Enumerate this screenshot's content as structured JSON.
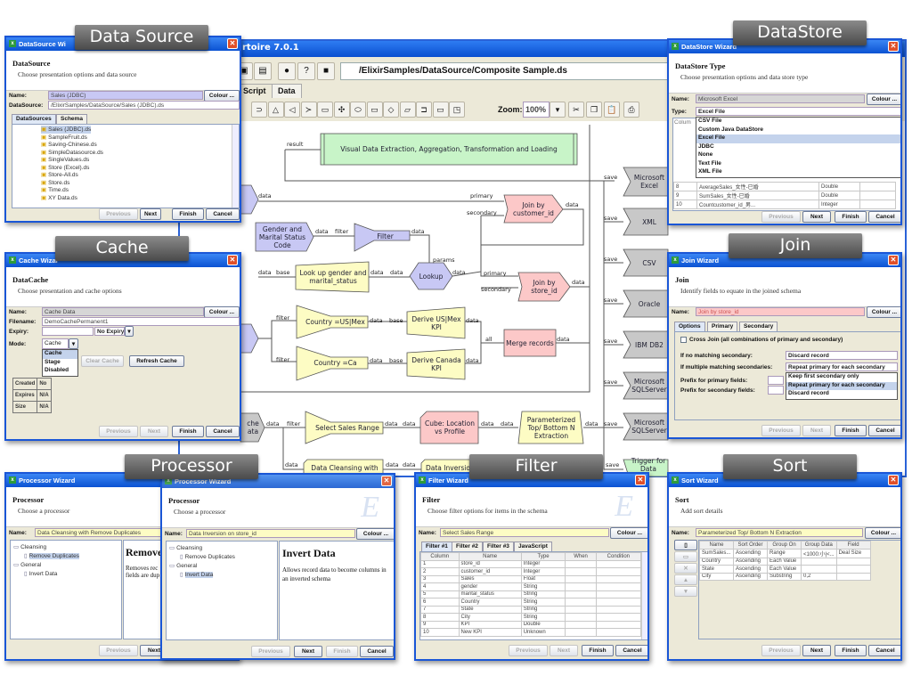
{
  "main": {
    "title": "rtoire 7.0.1",
    "path": "/ElixirSamples/DataSource/Composite Sample.ds",
    "tabs": [
      "Script",
      "Data"
    ],
    "zoom_label": "Zoom:",
    "zoom_value": "100%",
    "diagram": {
      "nodes": {
        "banner": "Visual Data Extraction, Aggregation, Transformation and Loading",
        "gender": "Gender and Marital Status Code",
        "filter": "Filter",
        "lookup_gender": "Look up gender and marital_status",
        "lookup": "Lookup",
        "join_customer": "Join by customer_id",
        "join_store": "Join by store_id",
        "country_usmex": "Country =US|Mex",
        "country_ca": "Country =Ca",
        "derive_usmex": "Derive US|Mex KPI",
        "derive_ca": "Derive Canada KPI",
        "merge": "Merge records",
        "cache": "che ata",
        "select_sales": "Select Sales Range",
        "cube": "Cube: Location vs Profile",
        "topn": "Parameterized Top/ Bottom N Extraction",
        "cleansing": "Data Cleansing with",
        "inversion": "Data Inversio",
        "trigger": "Trigger for Data",
        "out_excel": "Microsoft Excel",
        "out_xml": "XML",
        "out_csv": "CSV",
        "out_oracle": "Oracle",
        "out_db2": "IBM DB2",
        "out_sql1": "Microsoft SQLServer",
        "out_sql2": "Microsoft SQLServer"
      },
      "connector_labels": [
        "result",
        "data",
        "primary",
        "secondary",
        "data",
        "data",
        "filter",
        "data",
        "params",
        "data",
        "base",
        "data",
        "data",
        "data",
        "primary",
        "secondary",
        "data",
        "filter",
        "data",
        "base",
        "data",
        "all",
        "data",
        "filter",
        "data",
        "base",
        "data",
        "data",
        "filter",
        "data",
        "data",
        "data",
        "data",
        "data",
        "save",
        "data",
        "data",
        "data",
        "save",
        "save",
        "save",
        "save",
        "save",
        "save",
        "save"
      ]
    }
  },
  "section_labels": {
    "datasource": "Data Source",
    "datastore": "DataStore",
    "cache": "Cache",
    "join": "Join",
    "processor": "Processor",
    "filter": "Filter",
    "sort": "Sort"
  },
  "common": {
    "name_label": "Name:",
    "colour": "Colour ...",
    "previous": "Previous",
    "next": "Next",
    "finish": "Finish",
    "cancel": "Cancel"
  },
  "datasource": {
    "window_title": "DataSource Wi",
    "heading": "DataSource",
    "subheading": "Choose presentation options and data source",
    "name": "Sales (JDBC)",
    "ds_label": "DataSource:",
    "ds_value": "/ElixirSamples/DataSource/Sales (JDBC).ds",
    "tabs": [
      "DataSources",
      "Schema"
    ],
    "items": [
      "Sales (JDBC).ds",
      "SampleFruit.ds",
      "Saving-Chinese.ds",
      "SimpleDatasource.ds",
      "SingleValues.ds",
      "Store (Excel).ds",
      "Store-All.ds",
      "Store.ds",
      "Time.ds",
      "XY Data.ds"
    ]
  },
  "datastore": {
    "window_title": "DataStore Wizard",
    "heading": "DataStore Type",
    "subheading": "Choose presentation options and data store type",
    "name": "Microsoft Excel",
    "type_label": "Type:",
    "type_value": "Excel File",
    "options": [
      "CSV File",
      "Custom Java DataStore",
      "Excel File",
      "JDBC",
      "None",
      "Text File",
      "XML File"
    ],
    "selected": 2,
    "column_header": "Colum",
    "rows": [
      [
        "8",
        "AverageSales_女性-已婚",
        "Double"
      ],
      [
        "9",
        "SumSales_女性-已婚",
        "Double"
      ],
      [
        "10",
        "Countcustomer_id_男...",
        "Integer"
      ]
    ]
  },
  "cache": {
    "window_title": "Cache Wizar",
    "heading": "DataCache",
    "subheading": "Choose presentation and cache options",
    "name": "Cache Data",
    "filename_label": "Filename:",
    "filename": "DemoCachePermanent1",
    "expiry_label": "Expiry:",
    "expiry_value": "No Expiry",
    "mode_label": "Mode:",
    "mode_value": "Cache",
    "mode_options": [
      "Cache",
      "Stage",
      "Disabled"
    ],
    "clear": "Clear Cache",
    "refresh": "Refresh Cache",
    "info": [
      [
        "Created",
        "No"
      ],
      [
        "Expires",
        "N/A"
      ],
      [
        "Size",
        "N/A"
      ]
    ]
  },
  "join": {
    "window_title": "Join Wizard",
    "heading": "Join",
    "subheading": "Identify fields to equate in the joined schema",
    "name": "Join by store_id",
    "tabs": [
      "Options",
      "Primary",
      "Secondary"
    ],
    "cross_join": "Cross Join (all combinations of primary and secondary)",
    "no_match_label": "If no matching secondary:",
    "no_match_value": "Discard record",
    "multi_label": "If multiple matching secondaries:",
    "multi_value": "Repeat primary for each secondary",
    "multi_options": [
      "Keep first secondary only",
      "Repeat primary for each secondary",
      "Discard record"
    ],
    "prefix_primary": "Prefix for primary fields:",
    "prefix_secondary": "Prefix for secondary fields:"
  },
  "processor1": {
    "window_title": "Processor Wizard",
    "heading": "Processor",
    "subheading": "Choose a processor",
    "name": "Data Cleansing with Remove Duplicates",
    "tree": [
      "Cleansing",
      "Remove Duplicates",
      "General",
      "Invert Data"
    ],
    "desc_title": "Remove",
    "desc_lines": [
      "Removes rec",
      "fields are dup"
    ]
  },
  "processor2": {
    "window_title": "Processor Wizard",
    "heading": "Processor",
    "subheading": "Choose a processor",
    "name": "Data Inversion on store_id",
    "tree": [
      "Cleansing",
      "Remove Duplicates",
      "General",
      "Invert Data"
    ],
    "desc_title": "Invert Data",
    "desc": "Allows record data to become columns in an inverted schema"
  },
  "filter": {
    "window_title": "Filter Wizard",
    "heading": "Filter",
    "subheading": "Choose filter options for items in the schema",
    "name": "Select Sales Range",
    "tabs": [
      "Filter #1",
      "Filter #2",
      "Filter #3",
      "JavaScript"
    ],
    "columns": [
      "Column",
      "Name",
      "Type",
      "When",
      "Condition"
    ],
    "rows": [
      [
        "1",
        "store_id",
        "Integer"
      ],
      [
        "2",
        "customer_id",
        "Integer"
      ],
      [
        "3",
        "Sales",
        "Float"
      ],
      [
        "4",
        "gender",
        "String"
      ],
      [
        "5",
        "marital_status",
        "String"
      ],
      [
        "6",
        "Country",
        "String"
      ],
      [
        "7",
        "State",
        "String"
      ],
      [
        "8",
        "City",
        "String"
      ],
      [
        "9",
        "KPI",
        "Double"
      ],
      [
        "10",
        "New KPI",
        "Unknown"
      ]
    ]
  },
  "sort": {
    "window_title": "Sort Wizard",
    "heading": "Sort",
    "subheading": "Add sort details",
    "name": "Parameterized Top/ Bottom N Extraction",
    "columns": [
      "Name",
      "Sort Order",
      "Group On",
      "Group Data",
      "Field"
    ],
    "rows": [
      [
        "SumSales...",
        "Ascending",
        "Range",
        "<1000:小|<...",
        "Deal Size"
      ],
      [
        "Country",
        "Ascending",
        "Each Value",
        "",
        ""
      ],
      [
        "State",
        "Ascending",
        "Each Value",
        "",
        ""
      ],
      [
        "City",
        "Ascending",
        "Substring",
        "0,2",
        ""
      ]
    ]
  },
  "colors": {
    "titlebar": "#0b52d2",
    "purple_node": "#c8c8f4",
    "yellow_node": "#fdfcc4",
    "pink_node": "#fcc8c8",
    "green_node": "#c8f4c8",
    "gray_node": "#c8c8c8"
  }
}
